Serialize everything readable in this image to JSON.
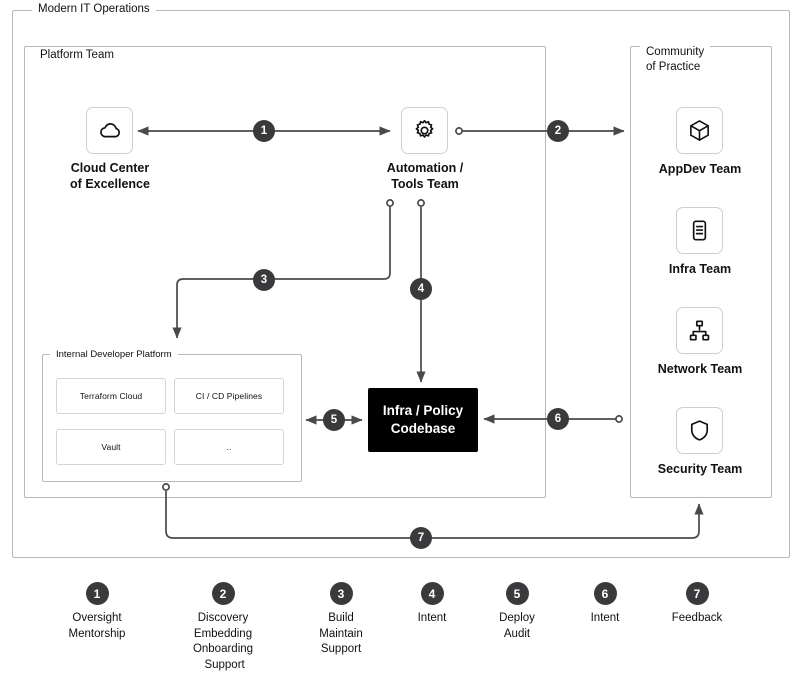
{
  "diagram": {
    "title": "Modern IT Operations",
    "groups": {
      "outer": {
        "label": "Modern IT Operations"
      },
      "platform_team": {
        "label": "Platform Team"
      },
      "community": {
        "label": "Community\nof Practice"
      },
      "idp": {
        "label": "Internal Developer Platform"
      }
    },
    "nodes": [
      {
        "id": "cloud-center-of-excellence",
        "label": "Cloud Center\nof Excellence",
        "icon": "cloud-icon"
      },
      {
        "id": "automation-tools-team",
        "label": "Automation /\nTools Team",
        "icon": "gear-icon"
      },
      {
        "id": "appdev-team",
        "label": "AppDev Team",
        "icon": "cube-icon"
      },
      {
        "id": "infra-team",
        "label": "Infra Team",
        "icon": "document-icon"
      },
      {
        "id": "network-team",
        "label": "Network Team",
        "icon": "sitemap-icon"
      },
      {
        "id": "security-team",
        "label": "Security Team",
        "icon": "shield-icon"
      }
    ],
    "codebase": {
      "label": "Infra / Policy\nCodebase",
      "line1": "Infra / Policy",
      "line2": "Codebase"
    },
    "idp_cards": [
      {
        "id": "terraform-cloud",
        "label": "Terraform Cloud"
      },
      {
        "id": "cicd-pipelines",
        "label": "CI / CD Pipelines"
      },
      {
        "id": "vault",
        "label": "Vault"
      },
      {
        "id": "more",
        "label": ".."
      }
    ],
    "connector_badges": [
      "1",
      "2",
      "3",
      "4",
      "5",
      "6",
      "7"
    ],
    "legend": {
      "items": [
        {
          "number": "1",
          "text": "Oversight\nMentorship"
        },
        {
          "number": "2",
          "text": "Discovery\nEmbedding\nOnboarding\n Support"
        },
        {
          "number": "3",
          "text": "Build\nMaintain\nSupport"
        },
        {
          "number": "4",
          "text": "Intent"
        },
        {
          "number": "5",
          "text": "Deploy\nAudit"
        },
        {
          "number": "6",
          "text": "Intent"
        },
        {
          "number": "7",
          "text": "Feedback"
        }
      ]
    },
    "colors": {
      "badge": "#3a3a3c",
      "edge": "#4a4a4a",
      "frame_border": "#b9b9b9",
      "tile_border": "#cfcfcf",
      "codebase_bg": "#000000",
      "codebase_fg": "#ffffff"
    }
  }
}
